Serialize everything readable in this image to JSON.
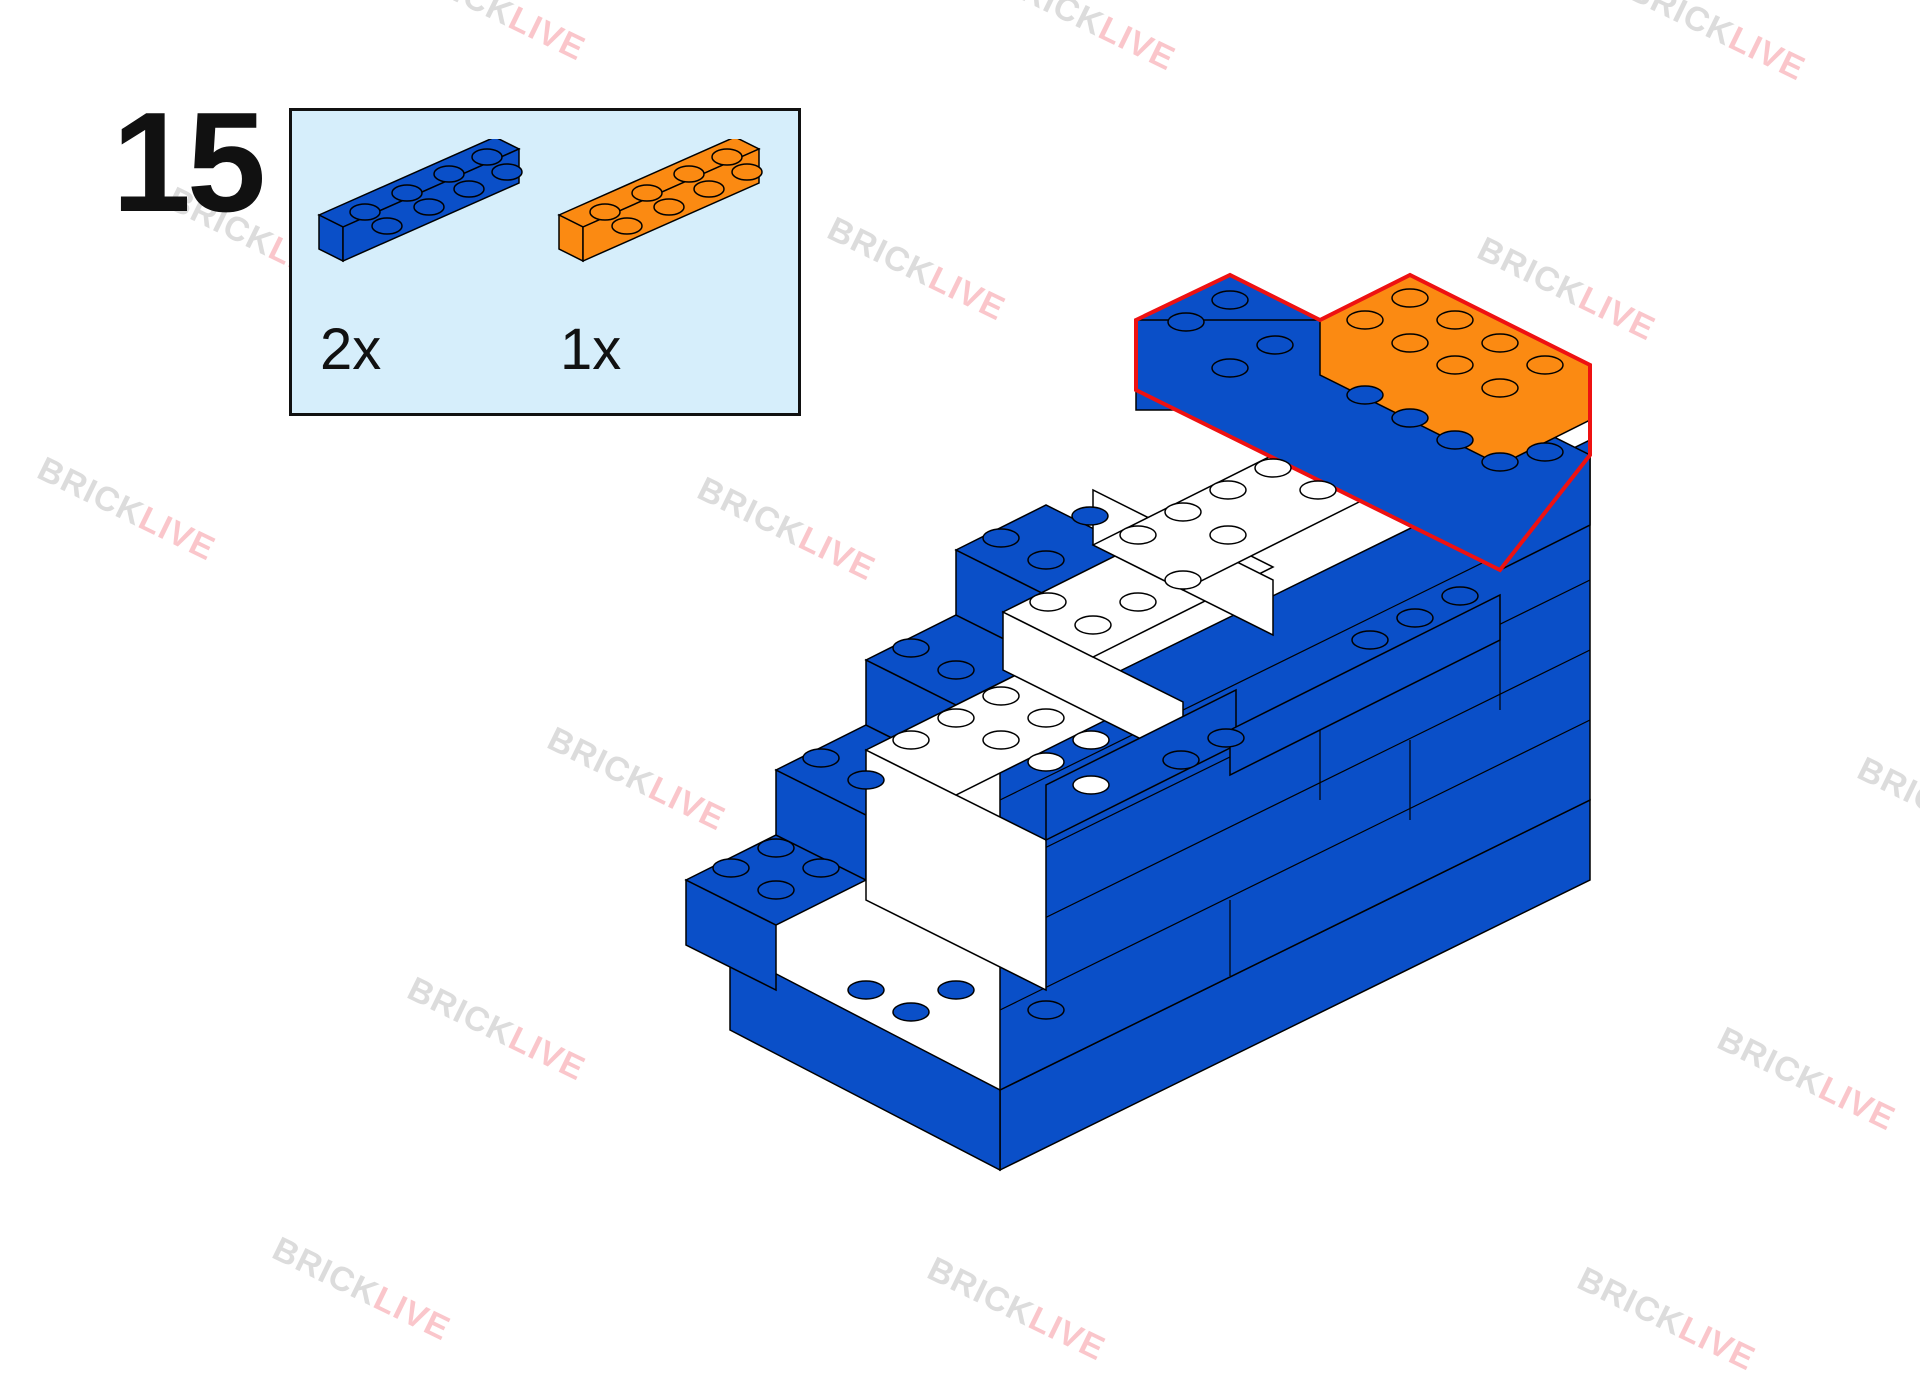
{
  "step": {
    "number": "15"
  },
  "parts": [
    {
      "name": "blue 2x4 brick",
      "color": "#0a4fc8",
      "quantity": "2x"
    },
    {
      "name": "orange 2x4 brick",
      "color": "#fb8a12",
      "quantity": "1x"
    }
  ],
  "watermark": {
    "brand_a": "BRICK",
    "brand_b": "LIVE"
  },
  "colors": {
    "blue": "#0a4fc8",
    "orange": "#fb8a12",
    "white": "#ffffff",
    "highlight": "#ee1111",
    "callout_bg": "#d6eefb"
  }
}
